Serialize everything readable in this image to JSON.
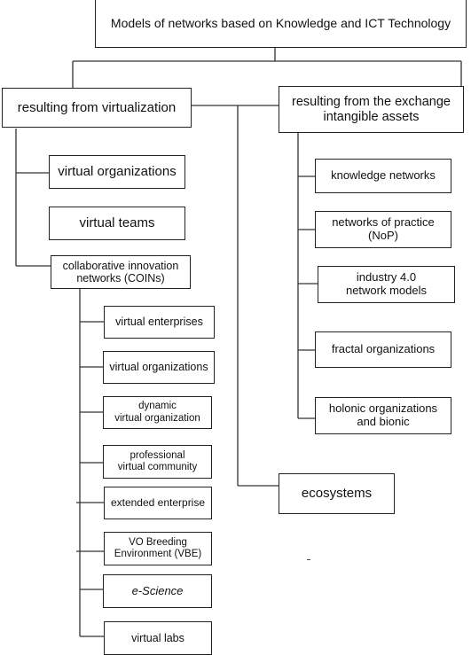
{
  "diagram": {
    "root": "Models of networks based on Knowledge and ICT Technology",
    "branches": {
      "virtualization": "resulting from virtualization",
      "exchange": "resulting from the exchange\nintangible assets"
    },
    "virtualization_items": {
      "virtual_organizations": "virtual organizations",
      "virtual_teams": "virtual teams",
      "coins": "collaborative innovation\nnetworks (COINs)"
    },
    "coins_items": [
      {
        "label": "virtual enterprises"
      },
      {
        "label": "virtual organizations"
      },
      {
        "label": "dynamic\nvirtual organization"
      },
      {
        "label": "professional\nvirtual community"
      },
      {
        "label": "extended enterprise"
      },
      {
        "label": "VO Breeding\nEnvironment (VBE)"
      },
      {
        "label": "e-Science"
      },
      {
        "label": "virtual labs"
      }
    ],
    "exchange_items": [
      {
        "label": "knowledge networks"
      },
      {
        "label": "networks of practice\n(NoP)"
      },
      {
        "label": "industry 4.0\nnetwork models"
      },
      {
        "label": "fractal organizations"
      },
      {
        "label": "holonic organizations\nand bionic"
      }
    ],
    "ecosystems": "ecosystems"
  }
}
